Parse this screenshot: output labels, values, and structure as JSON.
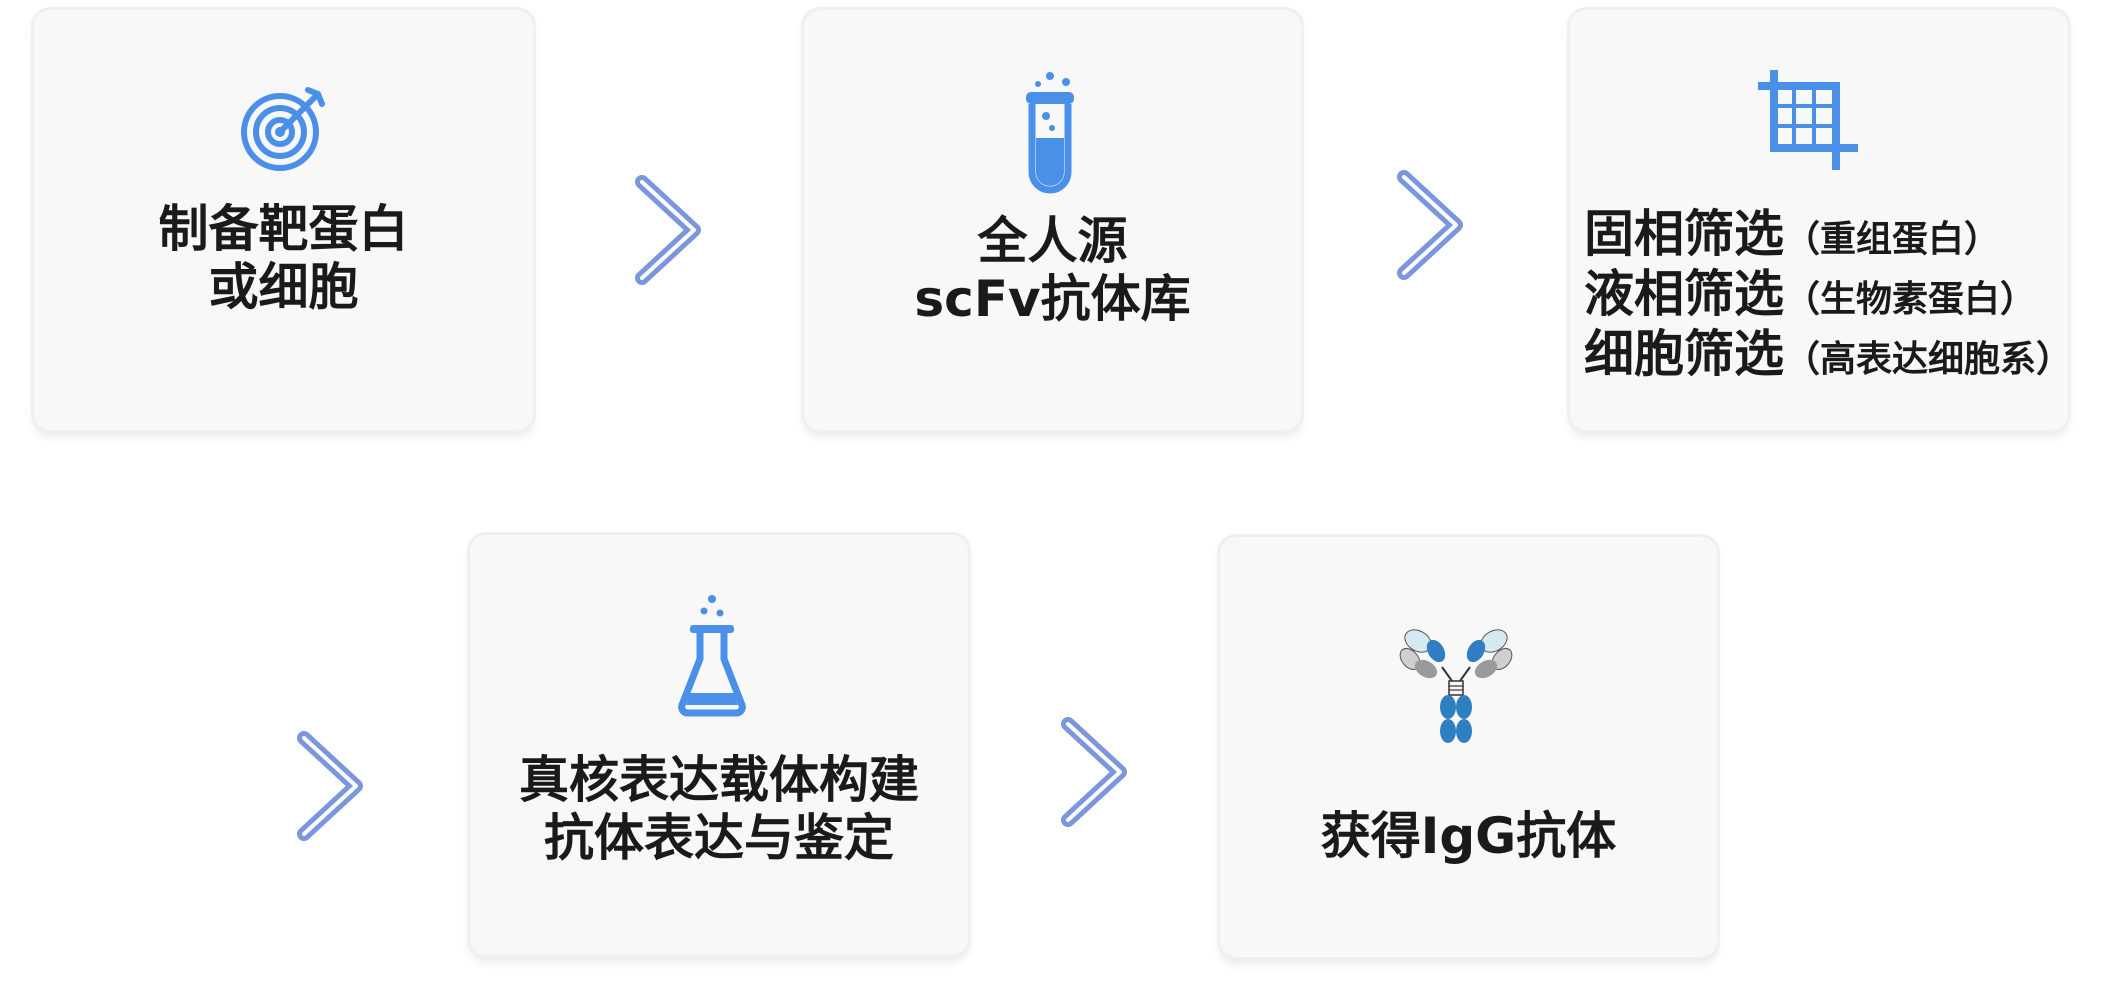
{
  "steps": [
    {
      "lines": [
        "制备靶蛋白",
        "或细胞"
      ],
      "icon": "target-icon"
    },
    {
      "lines": [
        "全人源",
        "scFv抗体库"
      ],
      "icon": "test-tube-icon"
    },
    {
      "icon": "grid-crop-icon",
      "methods": [
        {
          "name": "固相筛选",
          "note": "（重组蛋白）"
        },
        {
          "name": "液相筛选",
          "note": "（生物素蛋白）"
        },
        {
          "name": "细胞筛选",
          "note": "（高表达细胞系）"
        }
      ]
    },
    {
      "lines": [
        "真核表达载体构建",
        "抗体表达与鉴定"
      ],
      "icon": "flask-icon"
    },
    {
      "lines": [
        "获得IgG抗体"
      ],
      "icon": "antibody-icon"
    }
  ],
  "arrows": [
    "chevron-right-icon",
    "chevron-right-icon",
    "chevron-right-icon",
    "chevron-right-icon"
  ],
  "colors": {
    "icon": "#4a8fe8",
    "arrow": "#7b96dc",
    "card": "#f8f8f8"
  }
}
